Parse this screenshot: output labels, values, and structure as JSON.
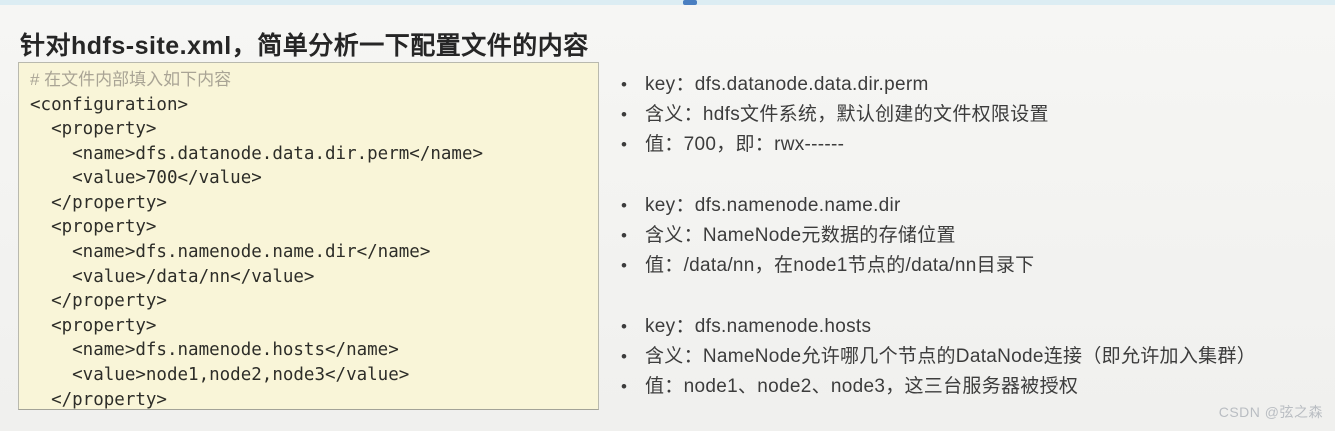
{
  "page": {
    "title": "针对hdfs-site.xml，简单分析一下配置文件的内容",
    "watermark": "CSDN @弦之森"
  },
  "player": {
    "strip_color": "#dcedf3",
    "marker_color": "#4a7fc1"
  },
  "code_block": {
    "background": "#f9f5d8",
    "comment": "# 在文件内部填入如下内容",
    "lines": [
      "<configuration>",
      "  <property>",
      "    <name>dfs.datanode.data.dir.perm</name>",
      "    <value>700</value>",
      "  </property>",
      "  <property>",
      "    <name>dfs.namenode.name.dir</name>",
      "    <value>/data/nn</value>",
      "  </property>",
      "  <property>",
      "    <name>dfs.namenode.hosts</name>",
      "    <value>node1,node2,node3</value>",
      "  </property>"
    ]
  },
  "icons": {
    "bullet": "•"
  },
  "notes": {
    "groups": [
      {
        "lines": [
          "key：dfs.datanode.data.dir.perm",
          "含义：hdfs文件系统，默认创建的文件权限设置",
          "值：700，即：rwx------"
        ]
      },
      {
        "lines": [
          "key：dfs.namenode.name.dir",
          "含义：NameNode元数据的存储位置",
          "值：/data/nn，在node1节点的/data/nn目录下"
        ]
      },
      {
        "lines": [
          "key：dfs.namenode.hosts",
          "含义：NameNode允许哪几个节点的DataNode连接（即允许加入集群）",
          "值：node1、node2、node3，这三台服务器被授权"
        ]
      }
    ]
  }
}
